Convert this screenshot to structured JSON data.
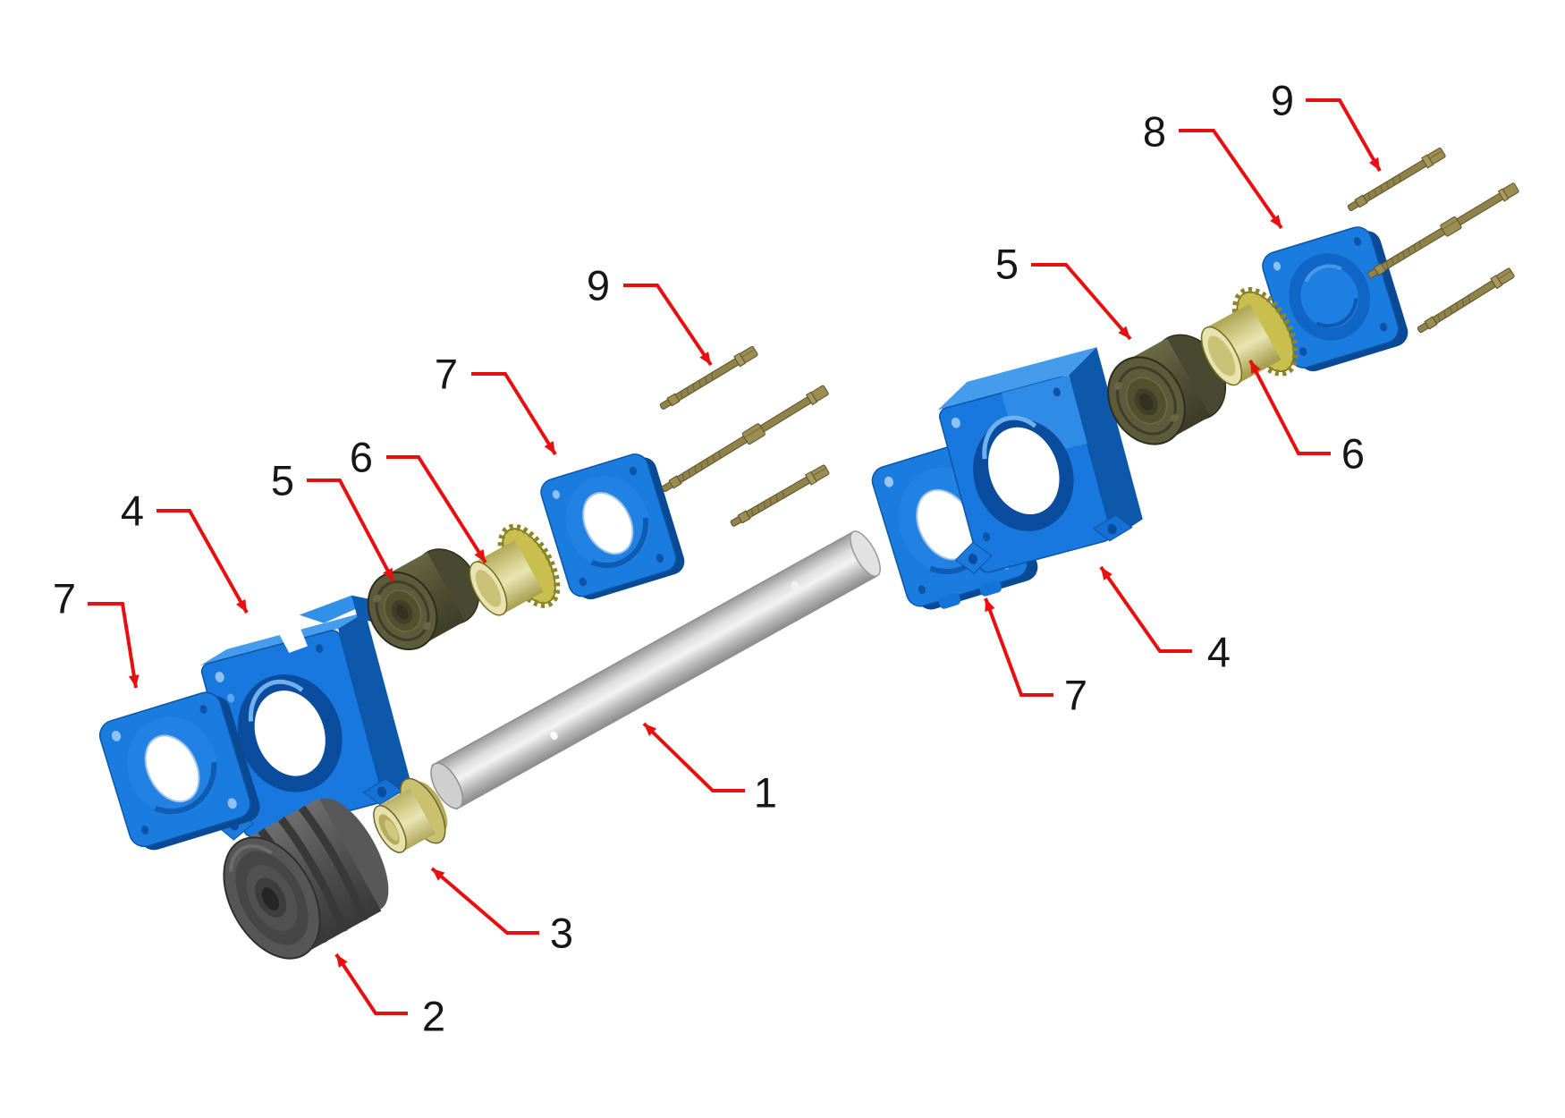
{
  "figure": {
    "kind": "exploded-assembly-diagram",
    "background_color": "#ffffff",
    "leader_color": "#e8100f",
    "label_color": "#161616",
    "part_colors": {
      "housing_blue": "#1878dd",
      "housing_blue_light": "#469cec",
      "housing_blue_dark": "#0d58ab",
      "bore_blue_dark": "#0a4c9e",
      "bearing_olive": "#5c5b3b",
      "bushing_khaki": "#ddd79b",
      "knurl_gold": "#c2b944",
      "pulley_gray": "#535353",
      "shaft_silver": "#cccccc",
      "bolt_brass": "#8f8349"
    },
    "callouts": [
      {
        "label": "1",
        "part": "shaft"
      },
      {
        "label": "2",
        "part": "pulley"
      },
      {
        "label": "3",
        "part": "shaft-bushing"
      },
      {
        "label": "4",
        "part": "left-housing"
      },
      {
        "label": "5",
        "part": "left-bearing"
      },
      {
        "label": "6",
        "part": "middle-knurled-bushing"
      },
      {
        "label": "7",
        "part": "left-end-flange"
      },
      {
        "label": "7",
        "part": "middle-flange"
      },
      {
        "label": "9",
        "part": "middle-bolts"
      },
      {
        "label": "7",
        "part": "right-flange"
      },
      {
        "label": "4",
        "part": "right-housing"
      },
      {
        "label": "5",
        "part": "right-bearing"
      },
      {
        "label": "6",
        "part": "right-knurled-bushing"
      },
      {
        "label": "8",
        "part": "end-cover-flange"
      },
      {
        "label": "9",
        "part": "top-right-bolts"
      }
    ]
  }
}
